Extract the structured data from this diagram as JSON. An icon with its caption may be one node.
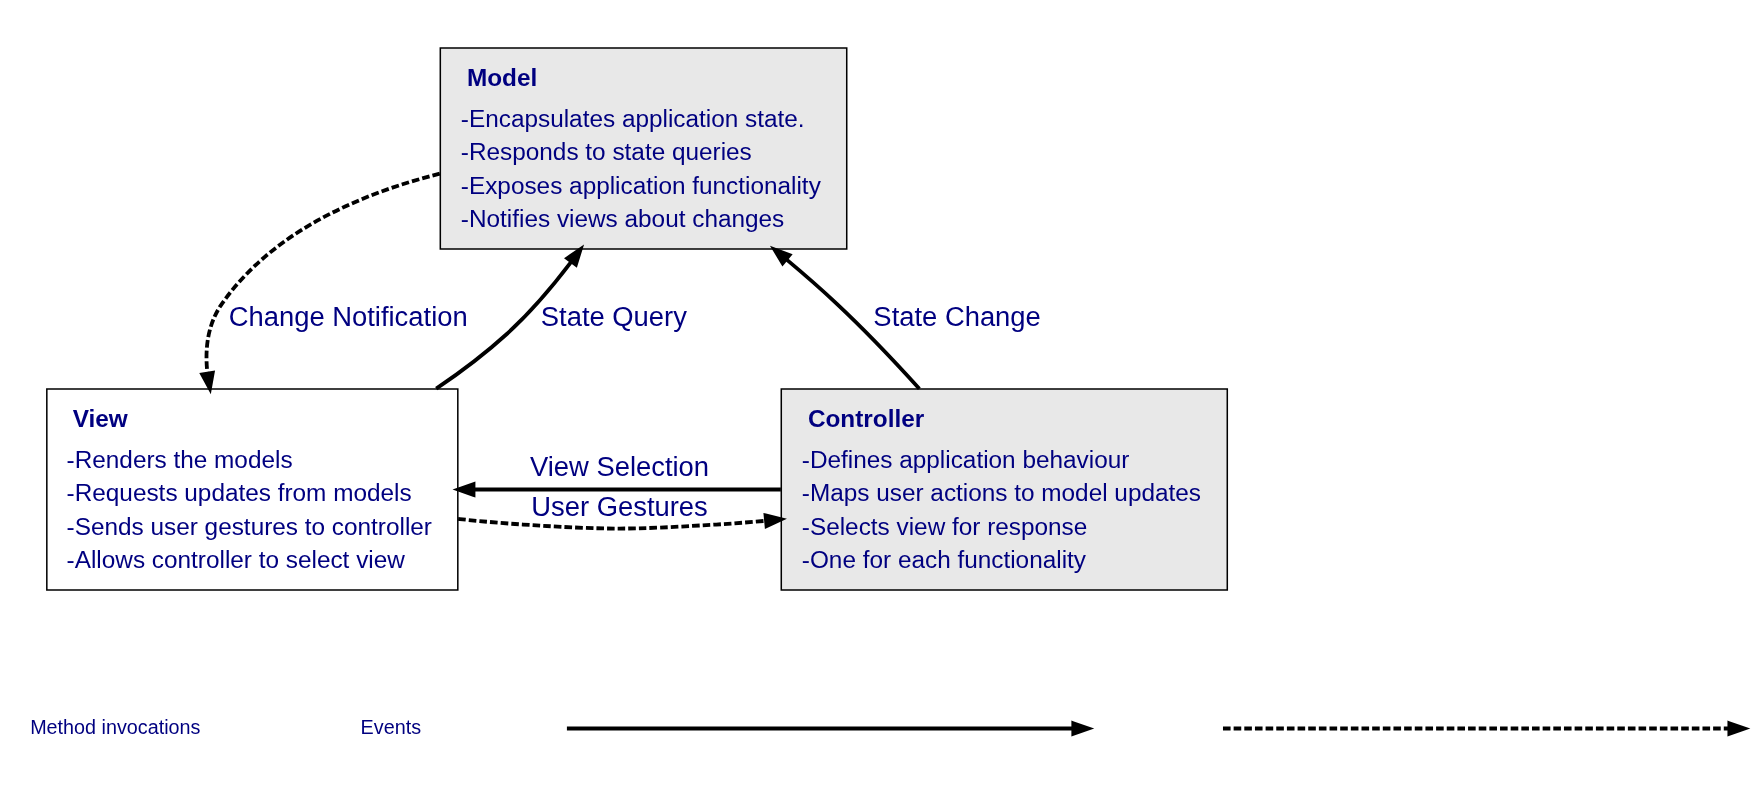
{
  "diagram": {
    "nodes": [
      {
        "text": [
          "Model",
          "-Encapsulates application state.",
          "-Responds to state queries",
          "-Exposes application functionality",
          "-Notifies views about changes"
        ]
      },
      {
        "text": [
          "View",
          "-Renders the models",
          "-Requests updates from models",
          "-Sends user gestures to controller",
          "-Allows controller to select view"
        ]
      },
      {
        "text": [
          "Controller",
          "-Defines application behaviour",
          "-Maps user actions to model updates",
          "-Selects view for response",
          "-One for each functionality"
        ]
      }
    ],
    "edges": [
      {
        "from": 1,
        "to": 0,
        "arrow": "to",
        "label": "State Query"
      },
      {
        "from": 0,
        "to": 1,
        "arrow": "to",
        "label": "Change Notification",
        "style": "dashed"
      },
      {
        "from": 2,
        "to": 0,
        "arrow": "to",
        "label": "State Change"
      },
      {
        "from": 2,
        "to": 1,
        "arrow": "to",
        "label": "View Selection"
      },
      {
        "from": 1,
        "to": 2,
        "arrow": "to",
        "label": "User Gestures",
        "style": "dashed"
      }
    ],
    "legend": [
      {
        "text": "Method invocations"
      },
      {
        "text": "Events"
      }
    ]
  }
}
